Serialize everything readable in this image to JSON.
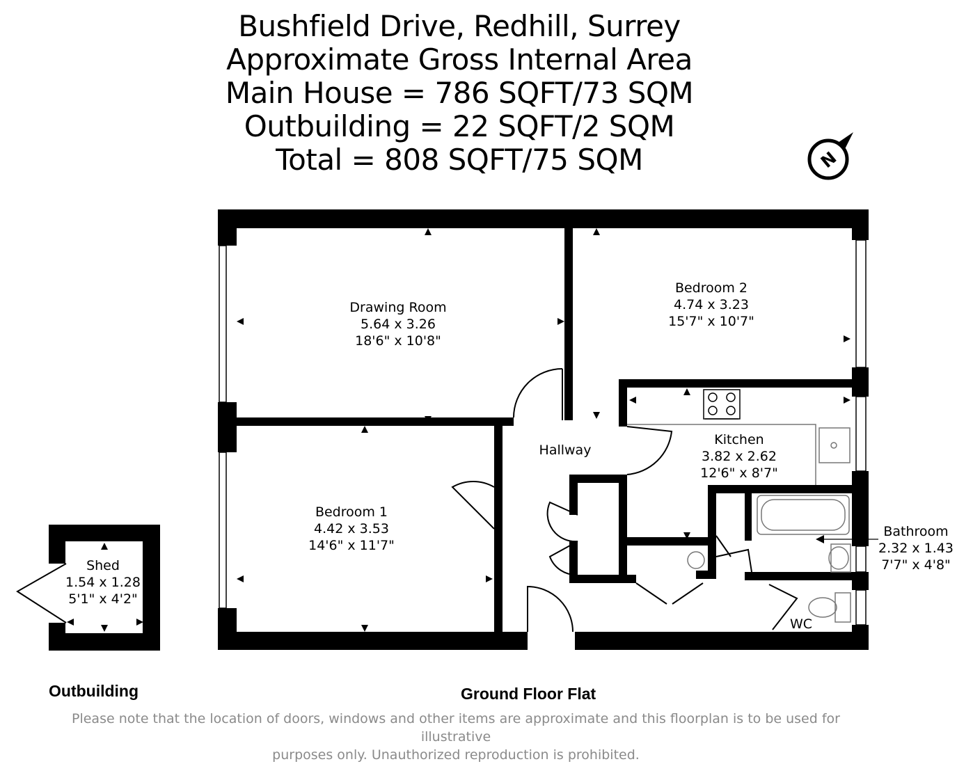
{
  "header": {
    "line1": "Bushfield Drive, Redhill, Surrey",
    "line2": "Approximate Gross Internal Area",
    "line3": "Main House = 786 SQFT/73 SQM",
    "line4": "Outbuilding = 22 SQFT/2 SQM",
    "line5": "Total = 808 SQFT/75 SQM"
  },
  "compass": {
    "letter": "N",
    "icon": "north-arrow-icon"
  },
  "rooms": {
    "drawing_room": {
      "name": "Drawing Room",
      "metric": "5.64 x 3.26",
      "imperial": "18'6\" x 10'8\""
    },
    "bedroom2": {
      "name": "Bedroom 2",
      "metric": "4.74 x 3.23",
      "imperial": "15'7\" x 10'7\""
    },
    "bedroom1": {
      "name": "Bedroom 1",
      "metric": "4.42 x 3.53",
      "imperial": "14'6\" x 11'7\""
    },
    "kitchen": {
      "name": "Kitchen",
      "metric": "3.82 x 2.62",
      "imperial": "12'6\" x 8'7\""
    },
    "hallway": {
      "name": "Hallway"
    },
    "bathroom": {
      "name": "Bathroom",
      "metric": "2.32 x 1.43",
      "imperial": "7'7\" x 4'8\""
    },
    "wc": {
      "name": "WC"
    },
    "shed": {
      "name": "Shed",
      "metric": "1.54 x 1.28",
      "imperial": "5'1\" x 4'2\""
    }
  },
  "captions": {
    "outbuilding": "Outbuilding",
    "ground_floor": "Ground Floor Flat"
  },
  "disclaimer": {
    "line1": "Please note that the location of doors, windows and other items are approximate and this floorplan is to be used for illustrative",
    "line2": "purposes only. Unauthorized reproduction is prohibited."
  },
  "colors": {
    "wall": "#000000",
    "note": "#8a8a8a",
    "fixture": "#444444"
  }
}
